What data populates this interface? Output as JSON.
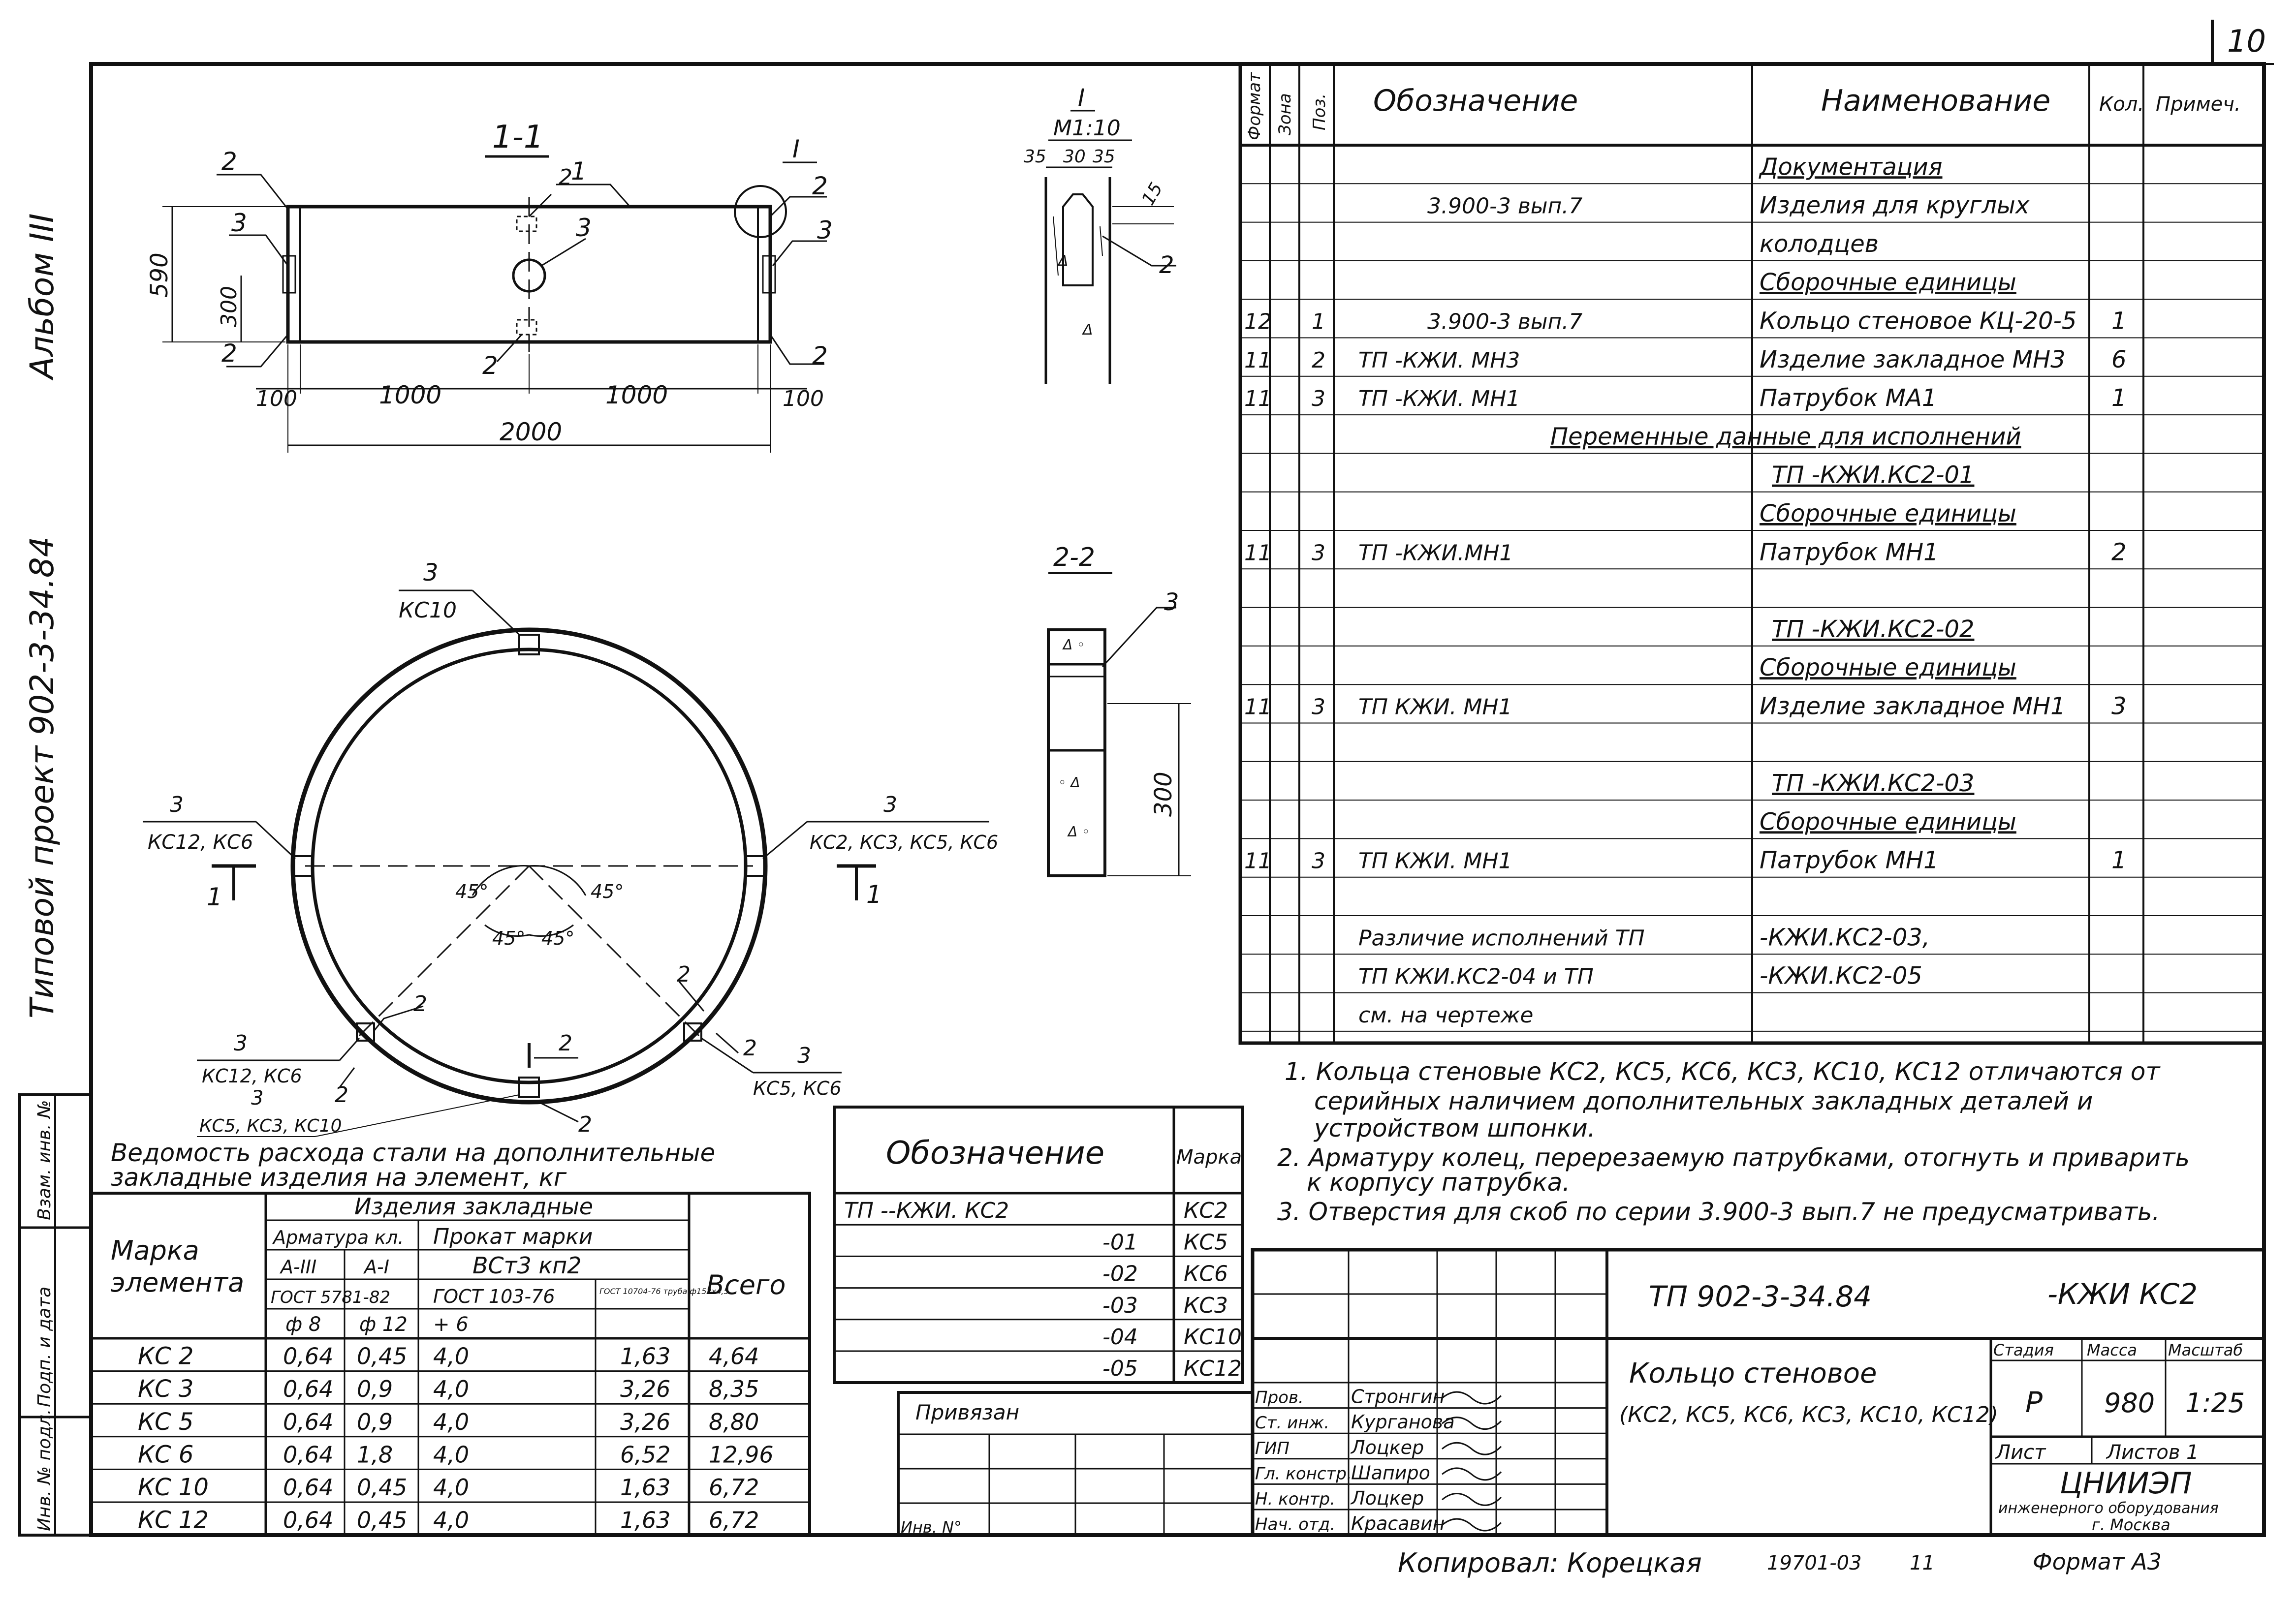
{
  "sheet_number": "10",
  "side_margin": {
    "album": "Альбом III",
    "project": "Типовой проект 902-3-34.84",
    "stamp_cells": [
      "Инв. № подл.",
      "Подп. и дата",
      "Взам. инв. №"
    ]
  },
  "drawing": {
    "section_11_label": "1-1",
    "section_22_label": "2-2",
    "detail_label": "I",
    "detail_scale": "M1:10",
    "dims_plan": [
      "590",
      "300",
      "100",
      "1000",
      "1000",
      "100",
      "2000"
    ],
    "dims_detail": [
      "35",
      "30",
      "35",
      "15"
    ],
    "dims_section22": [
      "300"
    ],
    "pos_labels": [
      "1",
      "2",
      "3"
    ],
    "ring_labels": {
      "top_pos": "3",
      "top_marks": "КС10",
      "left_pos": "3",
      "left_marks": "КС12, КС6",
      "right_pos": "3",
      "right_marks": "КС2, КС3, КС5, КС6",
      "bottom_left_pos": "3",
      "bottom_left_marks": "КС12, КС6",
      "bottom_left_pos2": "3",
      "bottom_left_marks2": "КС5, КС3, КС10",
      "bottom_right_pos": "3",
      "bottom_right_marks": "КС5, КС6",
      "angles": [
        "45°",
        "45°",
        "45°",
        "45°"
      ],
      "section_mark_left": "1",
      "section_mark_right": "1"
    }
  },
  "spec_table": {
    "headers": [
      "Формат",
      "Зона",
      "Поз.",
      "Обозначение",
      "Наименование",
      "Кол.",
      "Примеч."
    ],
    "rows": [
      {
        "fmt": "",
        "zone": "",
        "pos": "",
        "des": "",
        "name": "Документация",
        "qty": "",
        "style": "u"
      },
      {
        "fmt": "",
        "zone": "",
        "pos": "",
        "des": "3.900-3 вып.7",
        "name": "Изделия для круглых",
        "qty": "",
        "style": ""
      },
      {
        "fmt": "",
        "zone": "",
        "pos": "",
        "des": "",
        "name": "колодцев",
        "qty": "",
        "style": ""
      },
      {
        "fmt": "",
        "zone": "",
        "pos": "",
        "des": "",
        "name": "Сборочные единицы",
        "qty": "",
        "style": "u"
      },
      {
        "fmt": "12",
        "zone": "",
        "pos": "1",
        "des": "3.900-3 вып.7",
        "name": "Кольцо стеновое КЦ-20-5",
        "qty": "1",
        "style": ""
      },
      {
        "fmt": "11",
        "zone": "",
        "pos": "2",
        "des": "ТП -КЖИ. МН3",
        "name": "Изделие закладное МН3",
        "qty": "6",
        "style": ""
      },
      {
        "fmt": "11",
        "zone": "",
        "pos": "3",
        "des": "ТП -КЖИ. МН1",
        "name": "Патрубок МА1",
        "qty": "1",
        "style": ""
      },
      {
        "fmt": "",
        "zone": "",
        "pos": "",
        "des": "",
        "name": "Переменные данные для исполнений",
        "qty": "",
        "style": "uw"
      },
      {
        "fmt": "",
        "zone": "",
        "pos": "",
        "des": "",
        "name": "ТП -КЖИ.КС2-01",
        "qty": "",
        "style": "u"
      },
      {
        "fmt": "",
        "zone": "",
        "pos": "",
        "des": "",
        "name": "Сборочные единицы",
        "qty": "",
        "style": "u"
      },
      {
        "fmt": "11",
        "zone": "",
        "pos": "3",
        "des": "ТП -КЖИ.МН1",
        "name": "Патрубок МН1",
        "qty": "2",
        "style": ""
      },
      {
        "fmt": "",
        "zone": "",
        "pos": "",
        "des": "",
        "name": "",
        "qty": "",
        "style": ""
      },
      {
        "fmt": "",
        "zone": "",
        "pos": "",
        "des": "",
        "name": "ТП -КЖИ.КС2-02",
        "qty": "",
        "style": "u"
      },
      {
        "fmt": "",
        "zone": "",
        "pos": "",
        "des": "",
        "name": "Сборочные единицы",
        "qty": "",
        "style": "u"
      },
      {
        "fmt": "11",
        "zone": "",
        "pos": "3",
        "des": "ТП КЖИ. МН1",
        "name": "Изделие закладное МН1",
        "qty": "3",
        "style": ""
      },
      {
        "fmt": "",
        "zone": "",
        "pos": "",
        "des": "",
        "name": "",
        "qty": "",
        "style": ""
      },
      {
        "fmt": "",
        "zone": "",
        "pos": "",
        "des": "",
        "name": "ТП -КЖИ.КС2-03",
        "qty": "",
        "style": "u"
      },
      {
        "fmt": "",
        "zone": "",
        "pos": "",
        "des": "",
        "name": "Сборочные единицы",
        "qty": "",
        "style": "u"
      },
      {
        "fmt": "11",
        "zone": "",
        "pos": "3",
        "des": "ТП КЖИ. МН1",
        "name": "Патрубок МН1",
        "qty": "1",
        "style": ""
      },
      {
        "fmt": "",
        "zone": "",
        "pos": "",
        "des": "",
        "name": "",
        "qty": "",
        "style": ""
      },
      {
        "fmt": "",
        "zone": "",
        "pos": "",
        "des": "Различие исполнений ТП",
        "name": "-КЖИ.КС2-03,",
        "qty": "",
        "style": ""
      },
      {
        "fmt": "",
        "zone": "",
        "pos": "",
        "des": "ТП КЖИ.КС2-04 и ТП",
        "name": "-КЖИ.КС2-05",
        "qty": "",
        "style": ""
      },
      {
        "fmt": "",
        "zone": "",
        "pos": "",
        "des": "см. на чертеже",
        "name": "",
        "qty": "",
        "style": ""
      }
    ]
  },
  "notes": [
    "1. Кольца стеновые КС2, КС5, КС6, КС3, КС10, КС12 отличаются от",
    "серийных наличием дополнительных закладных деталей и",
    "устройством шпонки.",
    "2. Арматуру колец, перерезаемую патрубками, отогнуть и приварить",
    "к корпусу патрубка.",
    "3. Отверстия для скоб по серии 3.900-3 вып.7 не предусматривать."
  ],
  "steel_table": {
    "title_line1": "Ведомость расхода стали на дополнительные",
    "title_line2": "закладные изделия на элемент, кг",
    "mark_header": "Марка элемента",
    "group_header": "Изделия закладные",
    "armatura_header": "Арматура кл.",
    "prokat_header": "Прокат марки",
    "cls_aiii": "А-III",
    "cls_ai": "А-I",
    "steel_grade": "ВСт3 кп2",
    "gost_arm": "ГОСТ 5781-82",
    "gost_prokat": "ГОСТ 103-76",
    "gost_pipe": "ГОСТ 10704-76 труба ф152х4,5",
    "d8": "ф 8",
    "d12": "ф 12",
    "t6": "+ 6",
    "total_header": "Всего",
    "rows": [
      [
        "КС 2",
        "0,64",
        "0,45",
        "4,0",
        "1,63",
        "4,64"
      ],
      [
        "КС 3",
        "0,64",
        "0,9",
        "4,0",
        "3,26",
        "8,35"
      ],
      [
        "КС 5",
        "0,64",
        "0,9",
        "4,0",
        "3,26",
        "8,80"
      ],
      [
        "КС 6",
        "0,64",
        "1,8",
        "4,0",
        "6,52",
        "12,96"
      ],
      [
        "КС 10",
        "0,64",
        "0,45",
        "4,0",
        "1,63",
        "6,72"
      ],
      [
        "КС 12",
        "0,64",
        "0,45",
        "4,0",
        "1,63",
        "6,72"
      ]
    ]
  },
  "marks_table": {
    "header_des": "Обозначение",
    "header_mark": "Марка",
    "rows": [
      [
        "ТП --КЖИ. КС2",
        "КС2"
      ],
      [
        "-01",
        "КС5"
      ],
      [
        "-02",
        "КС6"
      ],
      [
        "-03",
        "КС3"
      ],
      [
        "-04",
        "КС10"
      ],
      [
        "-05",
        "КС12"
      ]
    ]
  },
  "title_block": {
    "privyazan": "Привязан",
    "inv_no": "Инв. N°",
    "code": "ТП 902-3-34.84",
    "code_suffix": "-КЖИ КС2",
    "product_name_line1": "Кольцо стеновое",
    "product_name_line2": "(КС2, КС5, КС6, КС3, КС10, КС12)",
    "stage_header": "Стадия",
    "mass_header": "Масса",
    "scale_header": "Масштаб",
    "stage": "Р",
    "mass": "980",
    "scale": "1:25",
    "list_label": "Лист",
    "lists_label": "Листов 1",
    "org_name": "ЦНИИЭП",
    "org_line2": "инженерного оборудования",
    "org_line3": "г. Москва",
    "signers": [
      {
        "role": "Пров.",
        "name": "Стронгин"
      },
      {
        "role": "Ст. инж.",
        "name": "Курганова"
      },
      {
        "role": "ГИП",
        "name": "Лоцкер"
      },
      {
        "role": "Гл. констр.",
        "name": "Шапиро"
      },
      {
        "role": "Н. контр.",
        "name": "Лоцкер"
      },
      {
        "role": "Нач. отд.",
        "name": "Красавин"
      }
    ]
  },
  "footer": {
    "copied": "Копировал: Корецкая",
    "order": "19701-03",
    "sheet": "11",
    "format": "Формат А3"
  }
}
